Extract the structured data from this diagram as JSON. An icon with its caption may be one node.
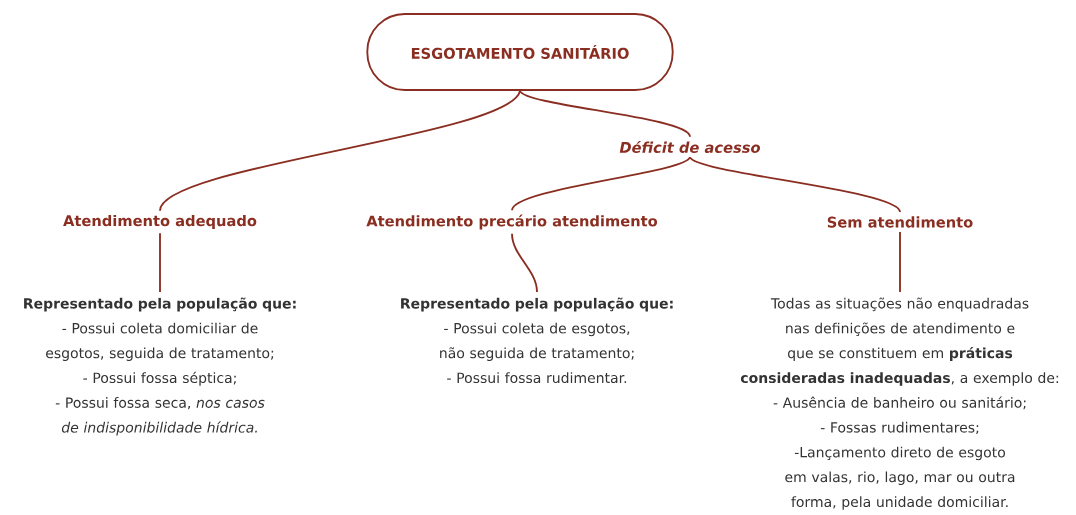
{
  "diagram": {
    "nodes": [
      {
        "text": [
          "ESGOTAMENTO SANITÁRIO"
        ]
      },
      {
        "text": [
          "Déficit de acesso"
        ]
      },
      {
        "text": [
          "Atendimento adequado"
        ]
      },
      {
        "text": [
          "Atendimento precário atendimento"
        ]
      },
      {
        "text": [
          "Sem atendimento"
        ]
      },
      {
        "text": [
          "Representado pela população que:",
          "- Possui coleta domiciliar de esgotos, seguida de tratamento;",
          "- Possui fossa séptica;",
          "- Possui fossa seca, *nos casos de indisponibilidade hídrica.*"
        ]
      },
      {
        "text": [
          "Representado pela população que:",
          "- Possui coleta de esgotos, não seguida de tratamento;",
          "- Possui fossa rudimentar."
        ]
      },
      {
        "text": [
          "Todas as situações não enquadradas nas definições de atendimento e que se constituem em **práticas consideradas inadequadas**, a exemplo de:",
          "- Ausência de banheiro ou sanitário;",
          "- Fossas rudimentares;",
          "-Lançamento direto de esgoto em valas, rio, lago, mar ou outra forma, pela unidade domiciliar."
        ]
      }
    ],
    "edges": [
      {
        "from": 0,
        "to": 2,
        "arrow": "none"
      },
      {
        "from": 0,
        "to": 1,
        "arrow": "none"
      },
      {
        "from": 1,
        "to": 3,
        "arrow": "none"
      },
      {
        "from": 1,
        "to": 4,
        "arrow": "none"
      },
      {
        "from": 2,
        "to": 5,
        "arrow": "none"
      },
      {
        "from": 3,
        "to": 6,
        "arrow": "none"
      },
      {
        "from": 4,
        "to": 7,
        "arrow": "none"
      }
    ]
  }
}
